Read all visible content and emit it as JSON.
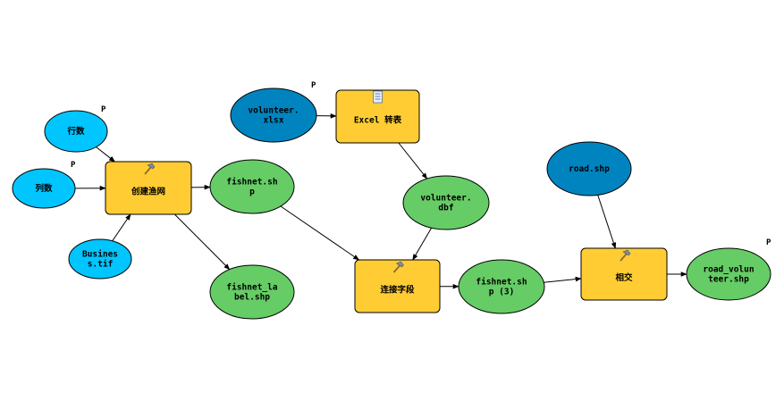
{
  "colors": {
    "input_variable": "#00c5ff",
    "input_data": "#0084c0",
    "tool": "#ffcd33",
    "derived_data": "#66cc66",
    "stroke": "#000000"
  },
  "nodes": [
    {
      "id": "hang-shu",
      "kind": "input_variable",
      "lines": [
        "行数"
      ],
      "parameter": "P"
    },
    {
      "id": "lie-shu",
      "kind": "input_variable",
      "lines": [
        "列数"
      ],
      "parameter": "P"
    },
    {
      "id": "business-tif",
      "kind": "input_variable",
      "lines": [
        "Busines",
        "s.tif"
      ],
      "parameter": ""
    },
    {
      "id": "create-fishnet",
      "kind": "tool",
      "lines": [
        "创建渔网"
      ],
      "icon": "hammer-icon"
    },
    {
      "id": "fishnet-shp",
      "kind": "derived_data",
      "lines": [
        "fishnet.sh",
        "p"
      ]
    },
    {
      "id": "fishnet-label-shp",
      "kind": "derived_data",
      "lines": [
        "fishnet_la",
        "bel.shp"
      ]
    },
    {
      "id": "volunteer-xlsx",
      "kind": "input_data",
      "lines": [
        "volunteer.",
        "xlsx"
      ],
      "parameter": "P"
    },
    {
      "id": "excel-to-table",
      "kind": "tool",
      "lines": [
        "Excel 转表"
      ],
      "icon": "script-icon"
    },
    {
      "id": "volunteer-dbf",
      "kind": "derived_data",
      "lines": [
        "volunteer.",
        "dbf"
      ]
    },
    {
      "id": "join-field",
      "kind": "tool",
      "lines": [
        "连接字段"
      ],
      "icon": "hammer-icon"
    },
    {
      "id": "fishnet-shp-3",
      "kind": "derived_data",
      "lines": [
        "fishnet.sh",
        "p (3)"
      ]
    },
    {
      "id": "road-shp",
      "kind": "input_data",
      "lines": [
        "road.shp"
      ]
    },
    {
      "id": "intersect",
      "kind": "tool",
      "lines": [
        "相交"
      ],
      "icon": "hammer-icon"
    },
    {
      "id": "road-volunteer-shp",
      "kind": "derived_data",
      "lines": [
        "road_volun",
        "teer.shp"
      ],
      "parameter": "P"
    }
  ],
  "edges": [
    {
      "from": "hang-shu",
      "to": "create-fishnet"
    },
    {
      "from": "lie-shu",
      "to": "create-fishnet"
    },
    {
      "from": "business-tif",
      "to": "create-fishnet"
    },
    {
      "from": "create-fishnet",
      "to": "fishnet-shp"
    },
    {
      "from": "create-fishnet",
      "to": "fishnet-label-shp"
    },
    {
      "from": "volunteer-xlsx",
      "to": "excel-to-table"
    },
    {
      "from": "excel-to-table",
      "to": "volunteer-dbf"
    },
    {
      "from": "fishnet-shp",
      "to": "join-field"
    },
    {
      "from": "volunteer-dbf",
      "to": "join-field"
    },
    {
      "from": "join-field",
      "to": "fishnet-shp-3"
    },
    {
      "from": "fishnet-shp-3",
      "to": "intersect"
    },
    {
      "from": "road-shp",
      "to": "intersect"
    },
    {
      "from": "intersect",
      "to": "road-volunteer-shp"
    }
  ]
}
